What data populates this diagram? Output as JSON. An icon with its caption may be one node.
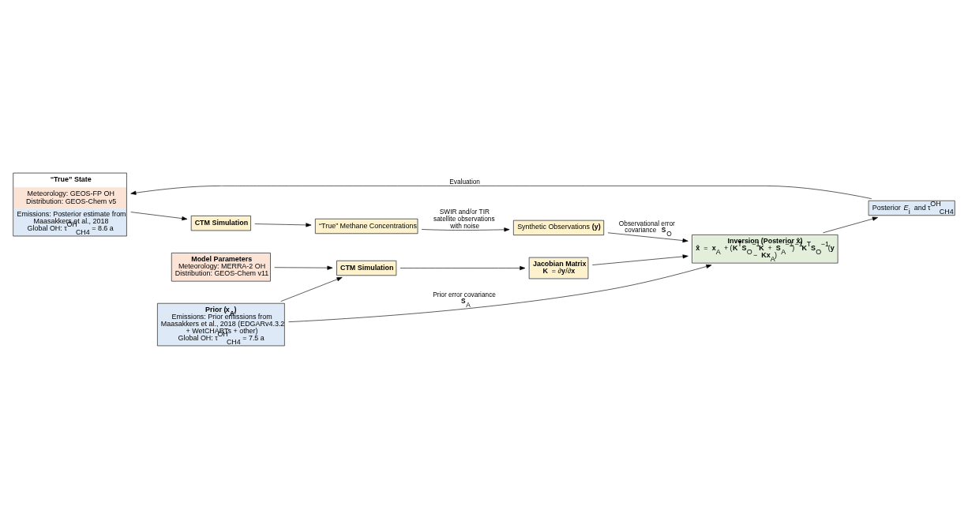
{
  "diagram": {
    "nodes": [
      {
        "text": [
          "“True” State",
          "Meteorology: GEOS-FP OH Distribution: GEOS-Chem v5",
          "Emissions: Posterior estimate from Maasakkers et al., 2018",
          "Global OH: τ$^{OH}$$_{CH4}$ = 8.6 a"
        ]
      },
      {
        "text": [
          "CTM Simulation"
        ]
      },
      {
        "text": [
          "“True” Methane Concentrations"
        ]
      },
      {
        "text": [
          "Synthetic Observations **(y)**"
        ]
      },
      {
        "text": [
          "Inversion (Posterior **x̂**)",
          "**x̂** = **x**$_{A}$ + (**K**$^{T}$**S**$_{O}$$^{−1}$**K** + **S**$_{A}$$^{−1}$)$^{−1}$**K**$^{T}$**S**$_{O}$$^{−1}$(**y** − **Kx**$_{A}$)"
        ]
      },
      {
        "text": [
          "Posterior *E*$_{i}$ and τ$^{OH}$$_{CH4}$"
        ]
      },
      {
        "text": [
          "Prior (**x**$_{A}$)",
          "Emissions: Prior emissions from Maasakkers et al., 2018 (EDGARv4.3.2 + WetCHARTs + other)",
          "Global OH: τ$^{OH}$$_{CH4}$ = 7.5 a"
        ]
      },
      {
        "text": [
          "Model Parameters",
          "Meteorology: MERRA-2 OH Distribution: GEOS-Chem v11"
        ]
      },
      {
        "text": [
          "CTM Simulation"
        ]
      },
      {
        "text": [
          "Jacobian Matrix",
          "**K** = ∂**y**/∂**x**"
        ]
      }
    ],
    "edges": [
      {
        "from": 0,
        "to": 1,
        "arrow": "to"
      },
      {
        "from": 1,
        "to": 2,
        "arrow": "to"
      },
      {
        "from": 2,
        "to": 3,
        "arrow": "to",
        "label": "SWIR and/or TIR satellite observations with noise"
      },
      {
        "from": 3,
        "to": 4,
        "arrow": "to",
        "label": "Observational error covariance **S**$_{O}$"
      },
      {
        "from": 4,
        "to": 5,
        "arrow": "to"
      },
      {
        "from": 5,
        "to": 0,
        "arrow": "to",
        "label": "Evaluation"
      },
      {
        "from": 6,
        "to": 4,
        "arrow": "to",
        "label": "Prior error covariance **S**$_{A}$"
      },
      {
        "from": 6,
        "to": 8,
        "arrow": "to"
      },
      {
        "from": 7,
        "to": 8,
        "arrow": "to"
      },
      {
        "from": 8,
        "to": 9,
        "arrow": "to"
      },
      {
        "from": 9,
        "to": 4,
        "arrow": "to"
      }
    ]
  }
}
